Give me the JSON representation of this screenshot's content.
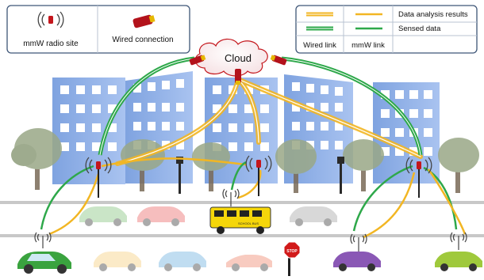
{
  "legend_left": {
    "radio_site_label": "mmW radio site",
    "wired_connection_label": "Wired connection"
  },
  "legend_right": {
    "data_analysis_label": "Data analysis results",
    "sensed_data_label": "Sensed data",
    "wired_link_label": "Wired link",
    "mmw_link_label": "mmW link"
  },
  "cloud": {
    "label": "Cloud"
  },
  "stop_sign": {
    "label": "STOP"
  },
  "school_bus": {
    "label": "SCHOOL BUS"
  },
  "colors": {
    "wired_yellow": "#f2b623",
    "mmw_green": "#2ea84a",
    "building_blue": "#8fb0e8",
    "legend_border": "#3e5677",
    "router_red": "#c4161c",
    "tree_green": "#9aa887"
  },
  "icons": [
    "radio-site-icon",
    "wired-connector-icon",
    "cloud-icon",
    "tree-icon",
    "car-icon",
    "school-bus-icon",
    "stop-sign-icon",
    "street-lamp-icon"
  ]
}
